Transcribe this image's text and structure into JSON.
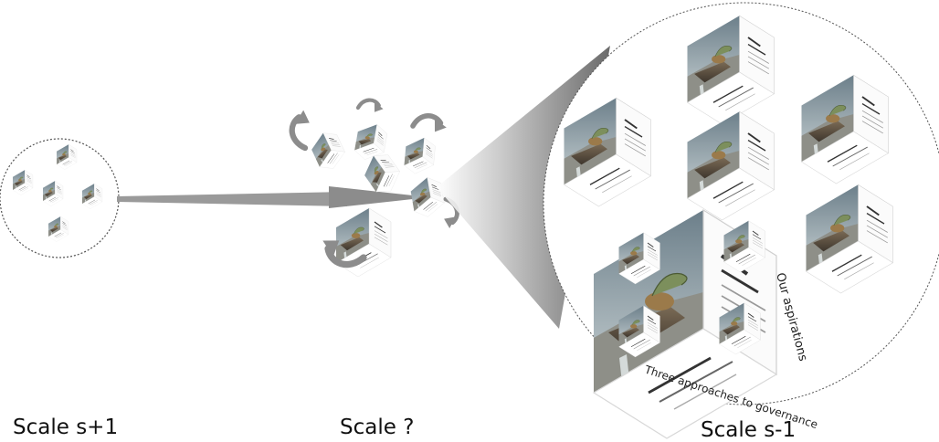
{
  "labels": {
    "left": "Scale s+1",
    "middle": "Scale ?",
    "right": "Scale s-1"
  },
  "cube_text": {
    "title": "Our\naspirations",
    "subtitle": "Three\napproaches to governance"
  },
  "colors": {
    "arrow": "#8c8c8c",
    "circle_border": "#555555",
    "sky": "#8fa3ad",
    "rock": "#6b5a48",
    "cliff": "#9aa09c",
    "creature": "#7c8f5c"
  },
  "icons": [
    "rotation-arrow-icon",
    "zoom-arrow-icon",
    "cube-icon"
  ]
}
